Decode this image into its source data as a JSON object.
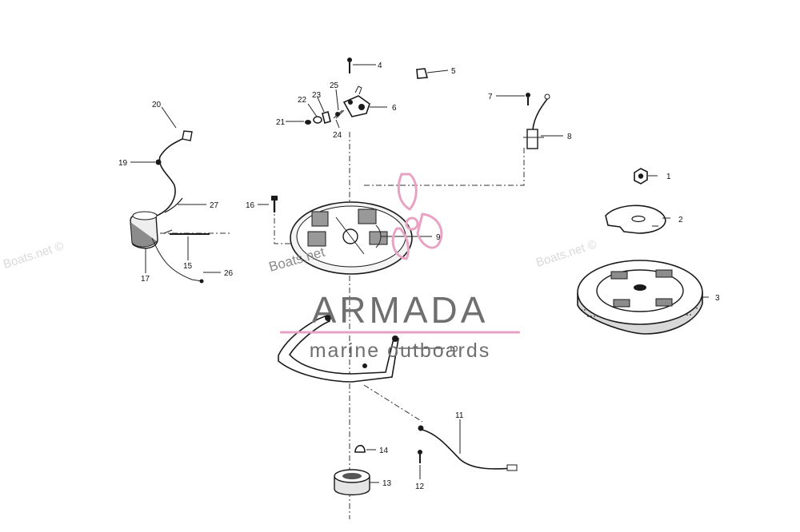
{
  "watermarks": {
    "site_left": "Boats.net ©",
    "site_right": "Boats.net ©",
    "site_center": "Boats.net"
  },
  "brand": {
    "name": "ARMADA",
    "tagline": "marine outboards",
    "accent_color": "#e7a2c4"
  },
  "callouts": [
    "1",
    "2",
    "3",
    "4",
    "5",
    "6",
    "7",
    "8",
    "9",
    "10",
    "11",
    "12",
    "13",
    "14",
    "15",
    "16",
    "17",
    "19",
    "20",
    "21",
    "22",
    "23",
    "24",
    "25",
    "26",
    "27"
  ]
}
